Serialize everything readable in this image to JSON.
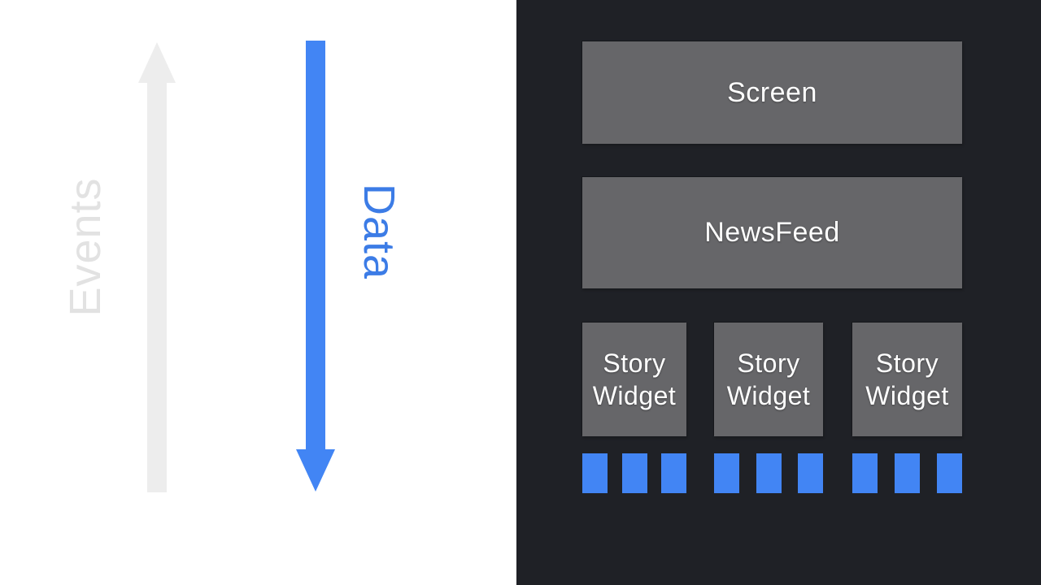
{
  "slide": {
    "left_panel": {
      "events_label": "Events",
      "data_label": "Data",
      "events_arrow_direction": "up",
      "data_arrow_direction": "down"
    },
    "right_panel": {
      "screen_label": "Screen",
      "newsfeed_label": "NewsFeed",
      "stories": [
        {
          "line1": "Story",
          "line2": "Widget",
          "item_count": 3
        },
        {
          "line1": "Story",
          "line2": "Widget",
          "item_count": 3
        },
        {
          "line1": "Story",
          "line2": "Widget",
          "item_count": 3
        }
      ]
    },
    "colors": {
      "background": "#FFFFFF",
      "panel_dark": "#1F2126",
      "box_gray": "#666669",
      "accent_blue": "#4285F4",
      "data_label_blue": "#3C7CE6",
      "events_label_gray": "#E2E2E2",
      "events_arrow_gray": "#EDEDED",
      "label_white": "#FFFFFF"
    }
  }
}
